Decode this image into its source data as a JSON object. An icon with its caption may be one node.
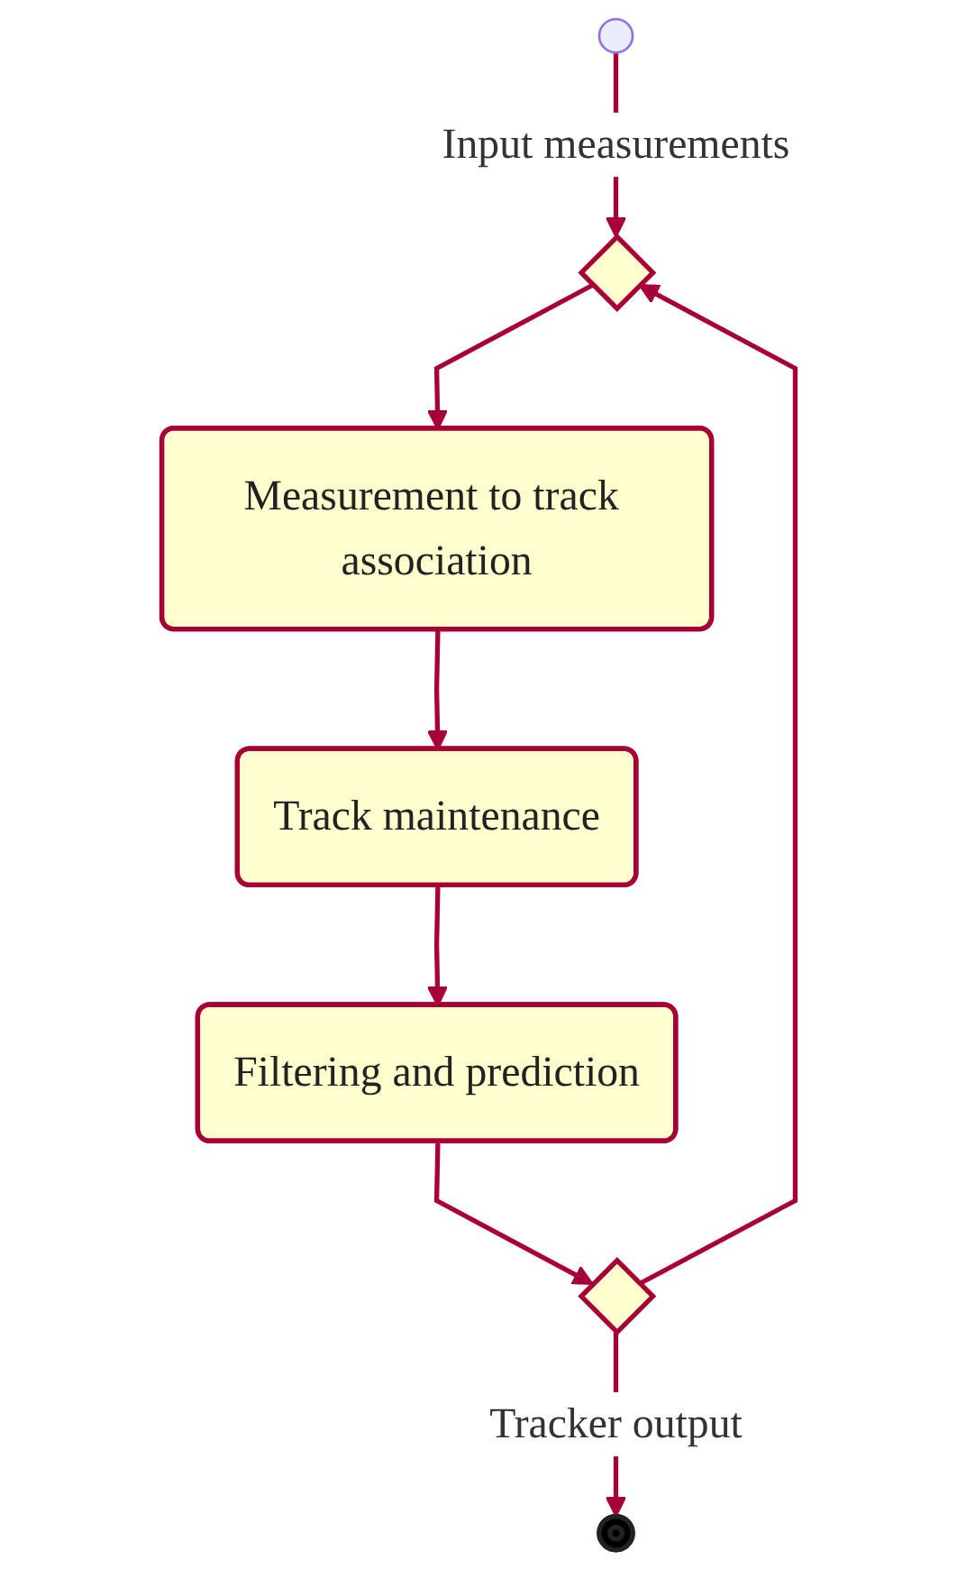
{
  "diagram": {
    "nodes": [
      {
        "text": [],
        "shape": "circle"
      },
      {
        "text": [],
        "shape": "diamond"
      },
      {
        "text": [
          "Measurement to track association"
        ]
      },
      {
        "text": [
          "Track maintenance"
        ]
      },
      {
        "text": [
          "Filtering and prediction"
        ]
      },
      {
        "text": [],
        "shape": "diamond"
      },
      {
        "text": [],
        "shape": "circle"
      }
    ],
    "edges": [
      {
        "from": 0,
        "to": 1,
        "arrow": "to",
        "label": "Input measurements"
      },
      {
        "from": 1,
        "to": 2,
        "arrow": "to"
      },
      {
        "from": 2,
        "to": 3,
        "arrow": "to"
      },
      {
        "from": 3,
        "to": 4,
        "arrow": "to"
      },
      {
        "from": 4,
        "to": 5,
        "arrow": "to"
      },
      {
        "from": 5,
        "to": 1,
        "arrow": "to"
      },
      {
        "from": 5,
        "to": 6,
        "arrow": "to",
        "label": "Tracker output"
      }
    ]
  }
}
